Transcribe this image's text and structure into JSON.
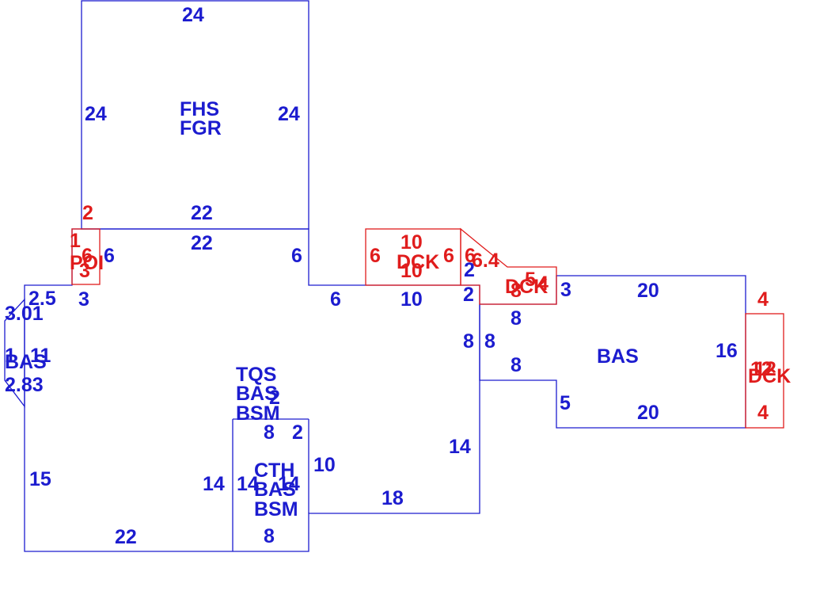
{
  "colors": {
    "main": "#1c1ccf",
    "deck": "#e01c1c",
    "background": "#ffffff"
  },
  "areas": {
    "garage_line1": "FHS",
    "garage_line2": "FGR",
    "porch": "POI",
    "left_bas": "BAS",
    "center_line1": "TQS",
    "center_line2": "BAS",
    "center_line3": "BSM",
    "lower_line1": "CTH",
    "lower_line2": "BAS",
    "lower_line3": "BSM",
    "right_bas": "BAS",
    "deck_center": "DCK",
    "deck_step": "DCK",
    "deck_right": "DCK"
  },
  "dimensions": {
    "garage_top": "24",
    "garage_left": "24",
    "garage_right": "24",
    "garage_bottom": "22",
    "main_top": "22",
    "main_notch_right": "6",
    "main_notch_bottom": "6",
    "porch_top": "2",
    "porch_left": "1",
    "porch_mid": "6",
    "porch_bottom": "3",
    "porch_right": "6",
    "left_top": "2.5",
    "left_step": "3",
    "bay_upper": "3.01",
    "bay_front_a": "1",
    "bay_front_b": "11",
    "bay_lower": "2.83",
    "main_left": "15",
    "main_bottom": "22",
    "center_a": "8",
    "center_b": "2",
    "center_top_hidden": "2",
    "lower_a": "14",
    "lower_b": "14",
    "lower_c": "14",
    "lower_right": "10",
    "lower_bottom": "8",
    "ell_bottom": "18",
    "ell_right": "14",
    "deck_top": "10",
    "deck_left": "6",
    "deck_right": "6",
    "deck_bottom": "10",
    "deck_under": "10",
    "step_left": "6",
    "step_diag": "6.4",
    "step_a": "2",
    "step_b": "2",
    "step_c": "5",
    "step_d": "4",
    "step_e": "8",
    "step_f": "3",
    "conn_a": "8",
    "conn_b": "8",
    "conn_c": "8",
    "conn_d": "8",
    "right_top": "20",
    "right_bottom": "20",
    "right_left": "5",
    "right_right": "16",
    "rdeck_top": "4",
    "rdeck_bottom": "4",
    "rdeck_a": "12",
    "rdeck_b": "12"
  }
}
